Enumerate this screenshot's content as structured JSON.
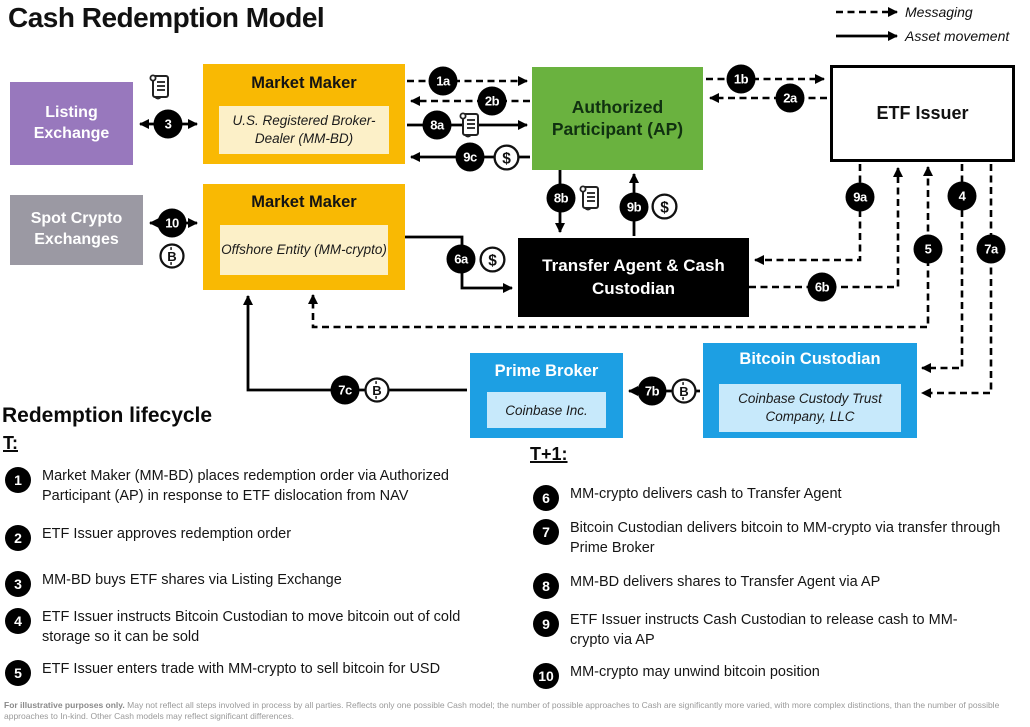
{
  "title": "Cash Redemption Model",
  "legend": {
    "messaging_label": "Messaging",
    "asset_label": "Asset movement"
  },
  "colors": {
    "purple": "#9878BD",
    "yellow": "#F9B903",
    "cream": "#FCF0C8",
    "green": "#6AB23F",
    "gray": "#9B99A3",
    "blue": "#1D9FE3",
    "light_blue": "#C7E9FB",
    "black": "#000000"
  },
  "icons": {
    "order_icon": "scroll-document",
    "cash_icon": "$",
    "bitcoin_icon": "B",
    "messaging_arrow": "dashed-arrow",
    "asset_arrow": "solid-arrow"
  },
  "boxes": {
    "listing_exchange": {
      "label": "Listing Exchange"
    },
    "market_maker_bd": {
      "title": "Market Maker",
      "subtitle": "U.S. Registered Broker-Dealer (MM-BD)"
    },
    "authorized_participant": {
      "label": "Authorized Participant (AP)"
    },
    "etf_issuer": {
      "label": "ETF Issuer"
    },
    "spot_crypto": {
      "label": "Spot Crypto Exchanges"
    },
    "market_maker_crypto": {
      "title": "Market Maker",
      "subtitle": "Offshore Entity (MM-crypto)"
    },
    "transfer_agent": {
      "label": "Transfer Agent & Cash Custodian"
    },
    "prime_broker": {
      "title": "Prime Broker",
      "subtitle": "Coinbase Inc."
    },
    "bitcoin_custodian": {
      "title": "Bitcoin Custodian",
      "subtitle": "Coinbase Custody Trust Company, LLC"
    }
  },
  "markers": {
    "m1a": "1a",
    "m1b": "1b",
    "m2a": "2a",
    "m2b": "2b",
    "m3": "3",
    "m4": "4",
    "m5": "5",
    "m6a": "6a",
    "m6b": "6b",
    "m7a": "7a",
    "m7b": "7b",
    "m7c": "7c",
    "m8a": "8a",
    "m8b": "8b",
    "m9a": "9a",
    "m9b": "9b",
    "m9c": "9c",
    "m10": "10"
  },
  "lifecycle": {
    "heading": "Redemption lifecycle",
    "t_label": "T:",
    "t1_label": "T+1:",
    "t_items": [
      {
        "num": "1",
        "text": "Market Maker (MM-BD) places redemption order via Authorized Participant (AP) in response to ETF dislocation from NAV"
      },
      {
        "num": "2",
        "text": "ETF Issuer approves redemption order"
      },
      {
        "num": "3",
        "text": "MM-BD buys ETF shares via Listing Exchange"
      },
      {
        "num": "4",
        "text": "ETF Issuer instructs Bitcoin Custodian to move bitcoin out of cold storage so it can be sold"
      },
      {
        "num": "5",
        "text": "ETF Issuer enters trade with MM-crypto to sell bitcoin for USD"
      }
    ],
    "t1_items": [
      {
        "num": "6",
        "text": "MM-crypto delivers cash to Transfer Agent"
      },
      {
        "num": "7",
        "text": "Bitcoin Custodian delivers bitcoin to MM-crypto via transfer through Prime Broker"
      },
      {
        "num": "8",
        "text": "MM-BD delivers shares to Transfer Agent via AP"
      },
      {
        "num": "9",
        "text": "ETF Issuer instructs Cash Custodian to release cash to MM-crypto via AP"
      },
      {
        "num": "10",
        "text": "MM-crypto may unwind bitcoin position"
      }
    ]
  },
  "footnote": {
    "bold": "For illustrative purposes only.",
    "text": "May not reflect all steps involved in process by all parties. Reflects only one possible Cash model; the number of possible approaches to Cash are significantly more varied, with more complex distinctions, than the number of possible approaches to In-kind. Other Cash models may reflect significant differences."
  }
}
